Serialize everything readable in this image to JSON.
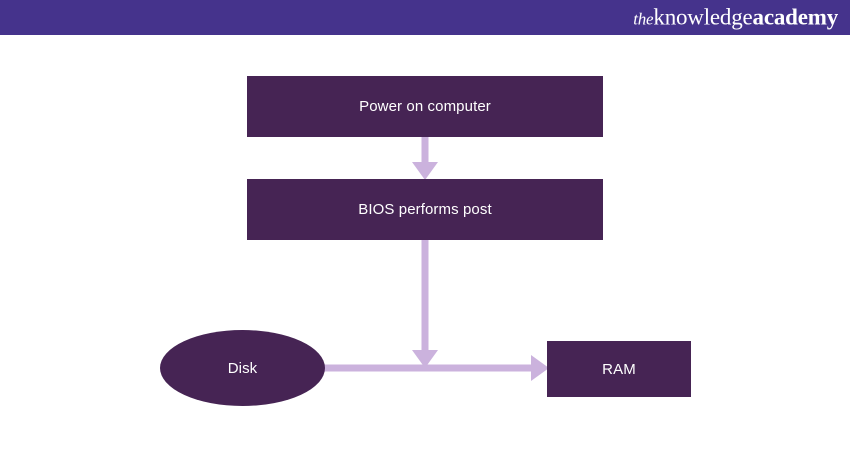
{
  "header": {
    "background_color": "#45338c",
    "logo": {
      "name": "theknowledgeacademy",
      "part_the": "the",
      "part_knowledge": "knowledge",
      "part_academy": "academy"
    }
  },
  "diagram": {
    "type": "flowchart",
    "background_color": "#ffffff",
    "node_fill_color": "#462454",
    "node_text_color": "#ffffff",
    "connector_color": "#cbb2dd",
    "nodes": [
      {
        "id": "power",
        "label": "Power on computer",
        "shape": "rectangle"
      },
      {
        "id": "bios",
        "label": "BIOS performs post",
        "shape": "rectangle"
      },
      {
        "id": "disk",
        "label": "Disk",
        "shape": "ellipse"
      },
      {
        "id": "ram",
        "label": "RAM",
        "shape": "rectangle"
      }
    ],
    "edges": [
      {
        "from": "power",
        "to": "bios",
        "direction": "down",
        "arrowhead": true
      },
      {
        "from": "bios",
        "to": "ram",
        "direction": "down",
        "arrowhead": true
      },
      {
        "from": "disk",
        "to": "ram",
        "direction": "right",
        "arrowhead": true
      }
    ]
  }
}
